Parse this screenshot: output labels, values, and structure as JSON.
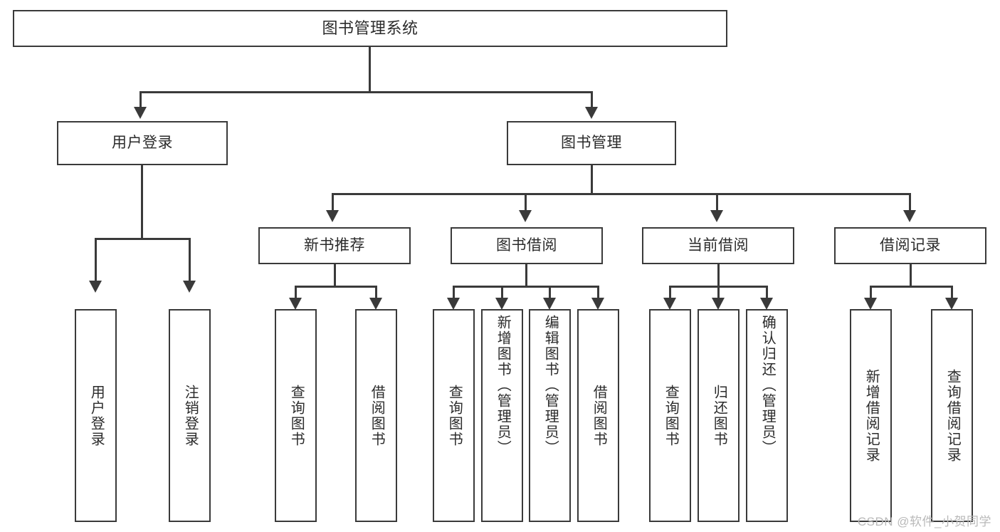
{
  "diagram": {
    "title": "图书管理系统",
    "watermark": "CSDN @软件_小贺同学",
    "accent_color": "#3a3a3a",
    "text_color": "#2b2b2b",
    "background_color": "#ffffff"
  },
  "root": {
    "label": "图书管理系统"
  },
  "level2": [
    {
      "label": "用户登录"
    },
    {
      "label": "图书管理"
    }
  ],
  "level3": [
    {
      "label": "新书推荐"
    },
    {
      "label": "图书借阅"
    },
    {
      "label": "当前借阅"
    },
    {
      "label": "借阅记录"
    }
  ],
  "leaves": {
    "user_login": [
      {
        "label": "用户登录"
      },
      {
        "label": "注销登录"
      }
    ],
    "new_book": [
      {
        "label": "查询图书"
      },
      {
        "label": "借阅图书"
      }
    ],
    "book_borrow": [
      {
        "label": "查询图书"
      },
      {
        "label": "新增图书（管理员）"
      },
      {
        "label": "编辑图书（管理员）"
      },
      {
        "label": "借阅图书"
      }
    ],
    "current_borrow": [
      {
        "label": "查询图书"
      },
      {
        "label": "归还图书"
      },
      {
        "label": "确认归还（管理员）"
      }
    ],
    "borrow_record": [
      {
        "label": "新增借阅记录"
      },
      {
        "label": "查询借阅记录"
      }
    ]
  }
}
